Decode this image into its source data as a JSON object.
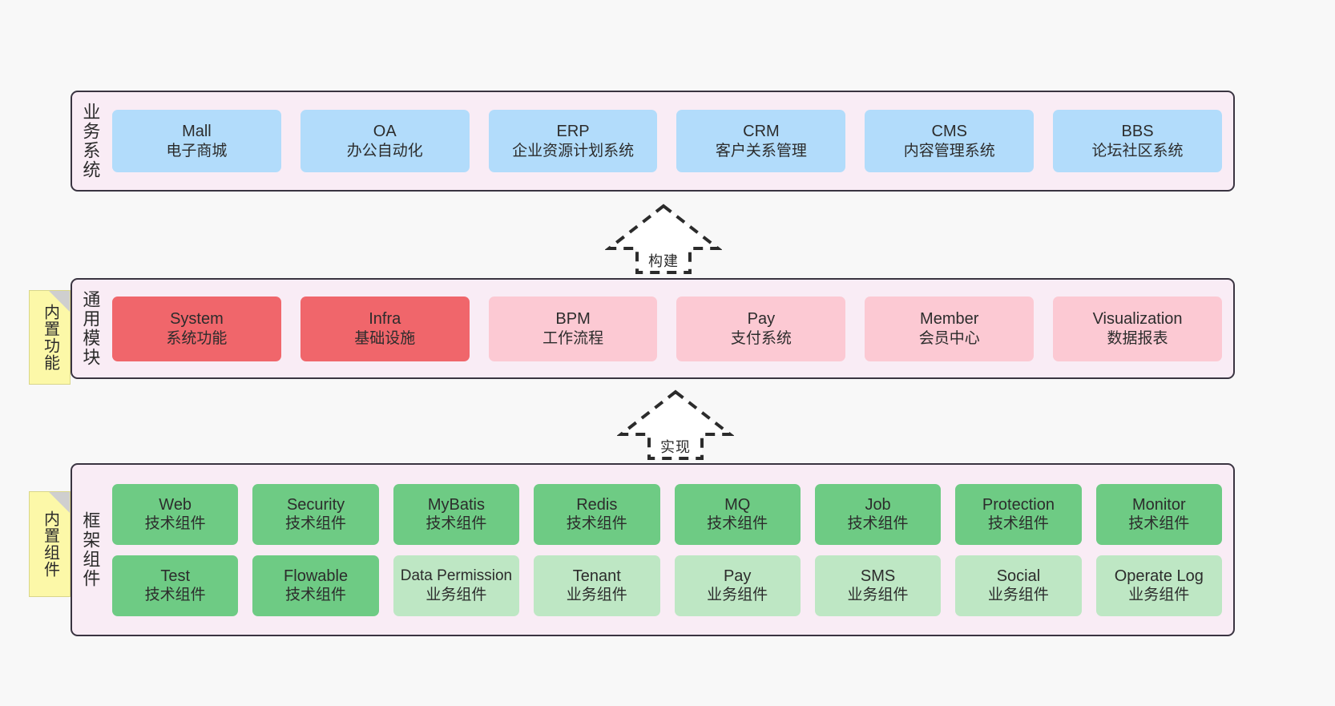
{
  "diagram": {
    "background_color": "#f8f8f8",
    "layer_fill": "#f9ecf5",
    "layer_border": "#3a3441"
  },
  "business_layer": {
    "title": "业务系统",
    "card_color": "#b2dcfb",
    "cards": [
      {
        "name": "Mall",
        "desc": "电子商城"
      },
      {
        "name": "OA",
        "desc": "办公自动化"
      },
      {
        "name": "ERP",
        "desc": "企业资源计划系统"
      },
      {
        "name": "CRM",
        "desc": "客户关系管理"
      },
      {
        "name": "CMS",
        "desc": "内容管理系统"
      },
      {
        "name": "BBS",
        "desc": "论坛社区系统"
      }
    ]
  },
  "arrow_build": {
    "label": "构建"
  },
  "common_layer": {
    "title": "通用模块",
    "sticky_label": "内置功能",
    "card_color_primary": "#f0666b",
    "card_color_secondary": "#fcc9d3",
    "cards": [
      {
        "name": "System",
        "desc": "系统功能",
        "variant": "primary"
      },
      {
        "name": "Infra",
        "desc": "基础设施",
        "variant": "primary"
      },
      {
        "name": "BPM",
        "desc": "工作流程",
        "variant": "secondary"
      },
      {
        "name": "Pay",
        "desc": "支付系统",
        "variant": "secondary"
      },
      {
        "name": "Member",
        "desc": "会员中心",
        "variant": "secondary"
      },
      {
        "name": "Visualization",
        "desc": "数据报表",
        "variant": "secondary"
      }
    ]
  },
  "arrow_implement": {
    "label": "实现"
  },
  "framework_layer": {
    "title": "框架组件",
    "sticky_label": "内置组件",
    "card_color_tech": "#6ecb84",
    "card_color_business": "#bee7c4",
    "row1": [
      {
        "name": "Web",
        "desc": "技术组件"
      },
      {
        "name": "Security",
        "desc": "技术组件"
      },
      {
        "name": "MyBatis",
        "desc": "技术组件"
      },
      {
        "name": "Redis",
        "desc": "技术组件"
      },
      {
        "name": "MQ",
        "desc": "技术组件"
      },
      {
        "name": "Job",
        "desc": "技术组件"
      },
      {
        "name": "Protection",
        "desc": "技术组件"
      },
      {
        "name": "Monitor",
        "desc": "技术组件"
      }
    ],
    "row2": [
      {
        "name": "Test",
        "desc": "技术组件",
        "variant": "tech"
      },
      {
        "name": "Flowable",
        "desc": "技术组件",
        "variant": "tech"
      },
      {
        "name": "Data Permission",
        "desc": "业务组件",
        "variant": "business"
      },
      {
        "name": "Tenant",
        "desc": "业务组件",
        "variant": "business"
      },
      {
        "name": "Pay",
        "desc": "业务组件",
        "variant": "business"
      },
      {
        "name": "SMS",
        "desc": "业务组件",
        "variant": "business"
      },
      {
        "name": "Social",
        "desc": "业务组件",
        "variant": "business"
      },
      {
        "name": "Operate Log",
        "desc": "业务组件",
        "variant": "business"
      }
    ]
  }
}
